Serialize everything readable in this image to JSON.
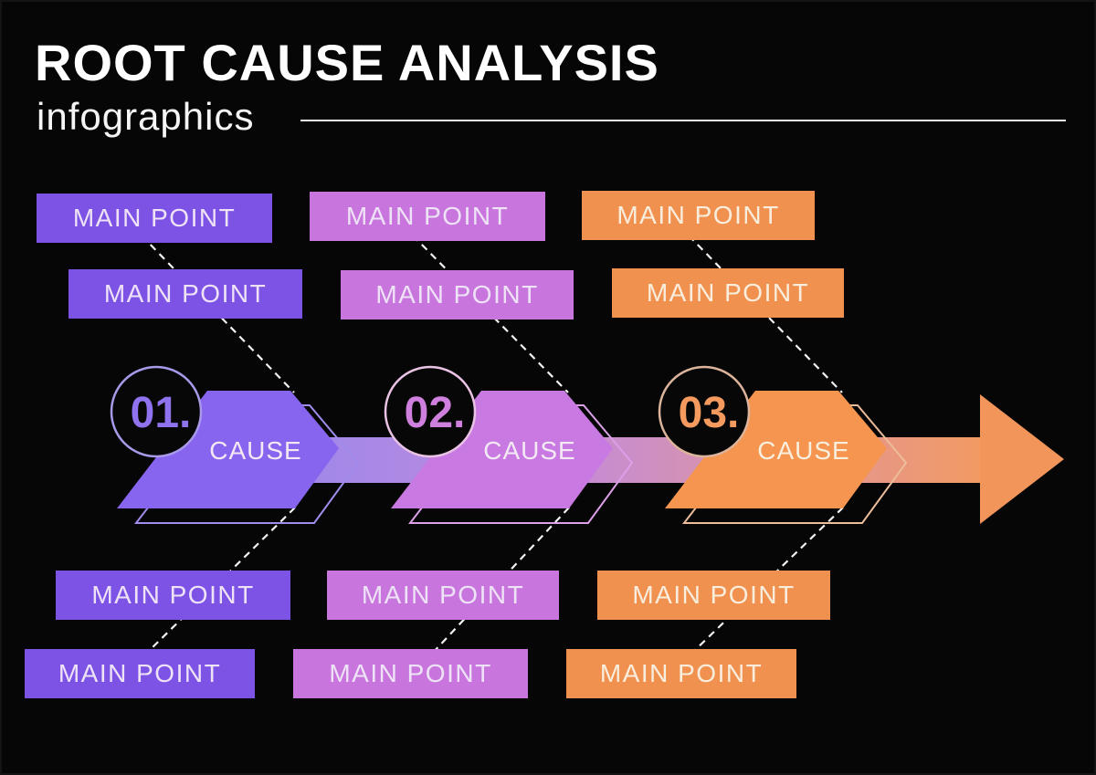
{
  "header": {
    "title": "ROOT CAUSE ANALYSIS",
    "subtitle": "infographics"
  },
  "stages": [
    {
      "number": "01.",
      "cause_label": "CAUSE",
      "color": "#8765ef",
      "box_color": "#7d53e6",
      "outline_color": "#a18cec",
      "ring_color": "#a99ae9",
      "number_color": "#8f73ee"
    },
    {
      "number": "02.",
      "cause_label": "CAUSE",
      "color": "#c97ae2",
      "box_color": "#c876dd",
      "outline_color": "#dca0e8",
      "ring_color": "#e9c2e4",
      "number_color": "#cf80de"
    },
    {
      "number": "03.",
      "cause_label": "CAUSE",
      "color": "#f5954f",
      "box_color": "#f0914f",
      "outline_color": "#edbd9b",
      "ring_color": "#dcb49b",
      "number_color": "#f49a5f"
    }
  ],
  "main_points": [
    {
      "id": "top-row1-stage1",
      "label": "MAIN POINT"
    },
    {
      "id": "top-row1-stage2",
      "label": "MAIN POINT"
    },
    {
      "id": "top-row1-stage3",
      "label": "MAIN POINT"
    },
    {
      "id": "top-row2-stage1",
      "label": "MAIN POINT"
    },
    {
      "id": "top-row2-stage2",
      "label": "MAIN POINT"
    },
    {
      "id": "top-row2-stage3",
      "label": "MAIN POINT"
    },
    {
      "id": "bottom-row1-stage1",
      "label": "MAIN POINT"
    },
    {
      "id": "bottom-row1-stage2",
      "label": "MAIN POINT"
    },
    {
      "id": "bottom-row1-stage3",
      "label": "MAIN POINT"
    },
    {
      "id": "bottom-row2-stage1",
      "label": "MAIN POINT"
    },
    {
      "id": "bottom-row2-stage2",
      "label": "MAIN POINT"
    },
    {
      "id": "bottom-row2-stage3",
      "label": "MAIN POINT"
    }
  ],
  "colors": {
    "background": "#060606",
    "band_gradient": [
      "#a188e8",
      "#c18ade",
      "#e0969b",
      "#f29a64"
    ],
    "arrowhead": "#f2955a",
    "dashed_line": "#f2f2f2",
    "text_light": "#f3e9f3"
  }
}
